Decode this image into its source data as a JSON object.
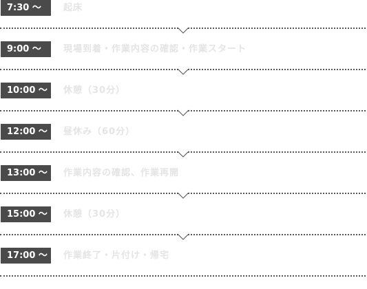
{
  "schedule": {
    "items": [
      {
        "time": "7:30 ～",
        "desc": "起床"
      },
      {
        "time": "9:00 ～",
        "desc": "現場到着・作業内容の確認・作業スタート"
      },
      {
        "time": "10:00 ～",
        "desc": "休憩（30分）"
      },
      {
        "time": "12:00 ～",
        "desc": "昼休み（60分）"
      },
      {
        "time": "13:00 ～",
        "desc": "作業内容の確認、作業再開"
      },
      {
        "time": "15:00 ～",
        "desc": "休憩（30分）"
      },
      {
        "time": "17:00 ～",
        "desc": "作業終了・片付け・帰宅"
      }
    ]
  }
}
